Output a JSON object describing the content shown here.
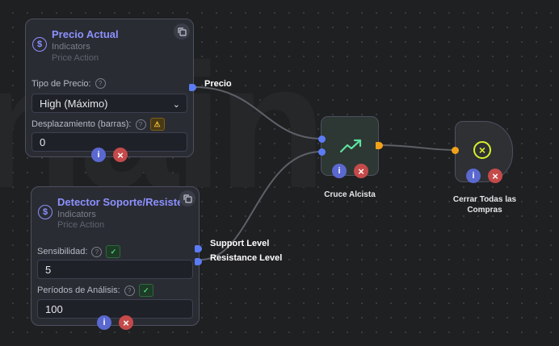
{
  "watermark": "nain",
  "colors": {
    "accent": "#8c91ff",
    "port_input": "#5b7cf5",
    "port_output": "#f2a21a",
    "danger": "#c54a4a"
  },
  "precio_actual": {
    "title": "Precio Actual",
    "category": "Indicators",
    "subcategory": "Price Action",
    "icon": "dollar-icon",
    "price_type_label": "Tipo de Precio:",
    "price_type_value": "High (Máximo)",
    "offset_label": "Desplazamiento (barras):",
    "offset_value": "0",
    "output_label": "Precio"
  },
  "detector": {
    "title": "Detector Soporte/Resistencia",
    "category": "Indicators",
    "subcategory": "Price Action",
    "icon": "dollar-icon",
    "sensitivity_label": "Sensibilidad:",
    "sensitivity_value": "5",
    "periods_label": "Períodos de Análisis:",
    "periods_value": "100",
    "output_support": "Support Level",
    "output_resistance": "Resistance Level"
  },
  "cruce": {
    "caption": "Cruce Alcista",
    "icon": "trending-up-icon"
  },
  "cerrar": {
    "caption_line1": "Cerrar Todas las",
    "caption_line2": "Compras",
    "icon": "close-circle-icon"
  },
  "icons": {
    "info": "i",
    "delete": "×",
    "help": "?",
    "warn": "⚠",
    "check": "✓",
    "chevron": "⌄"
  }
}
